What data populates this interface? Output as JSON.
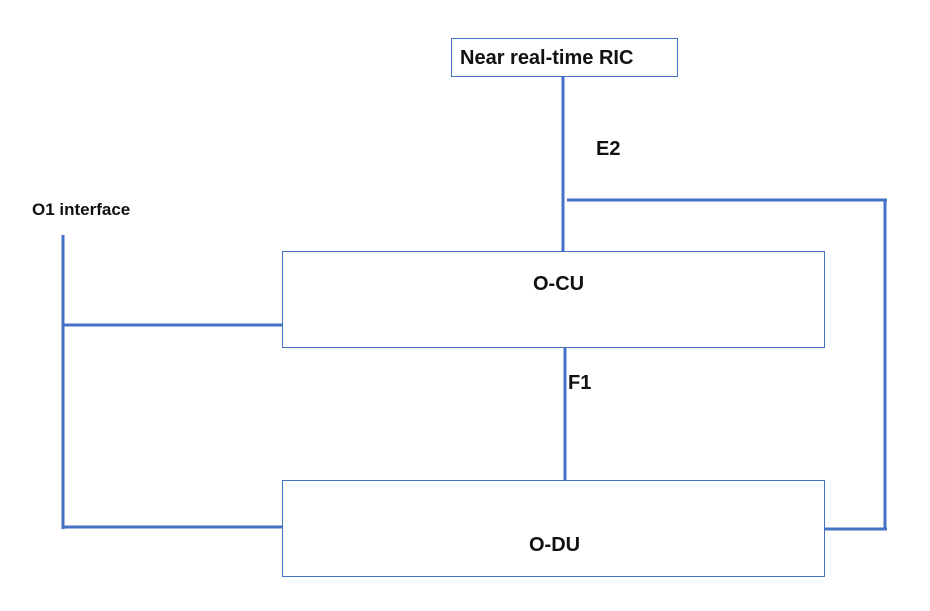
{
  "diagram": {
    "nodes": {
      "ric": "Near real-time RIC",
      "ocu": "O-CU",
      "odu": "O-DU"
    },
    "labels": {
      "e2": "E2",
      "f1": "F1",
      "o1": "O1 interface"
    },
    "colors": {
      "connector": "#4472c4",
      "box_border": "#4472c4",
      "text": "#111111",
      "background": "#ffffff"
    }
  }
}
